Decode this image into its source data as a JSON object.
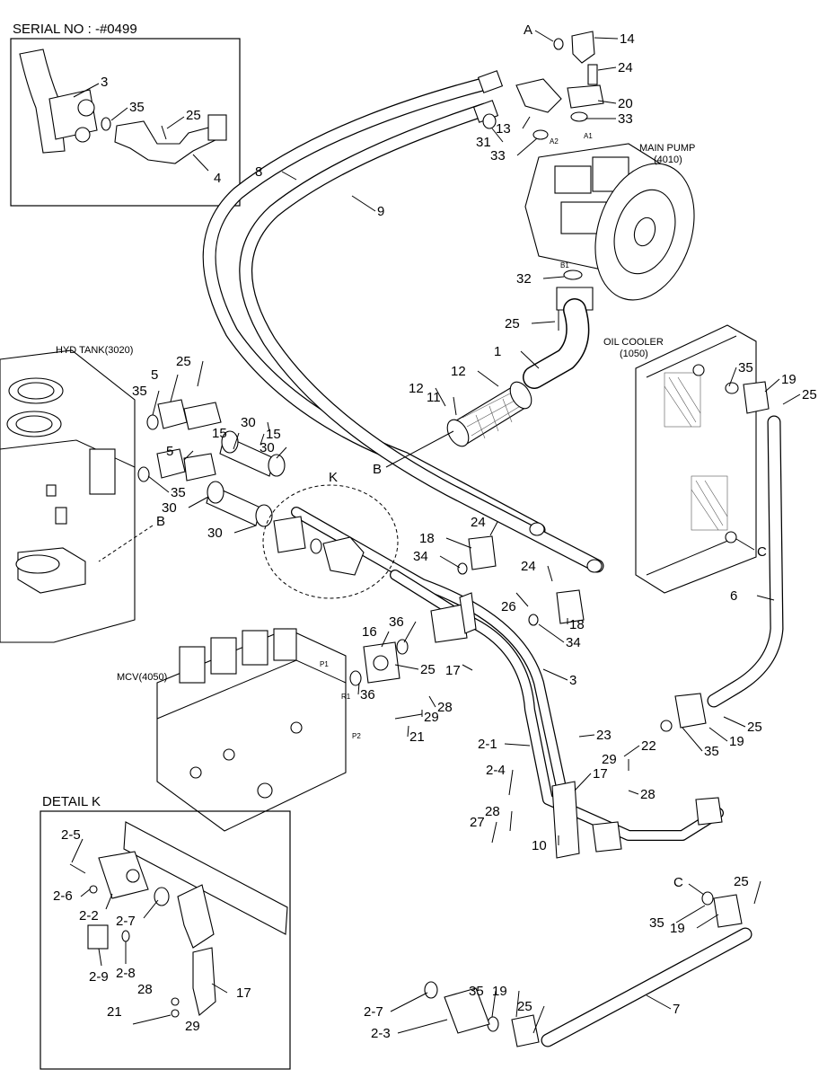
{
  "serial_detail": {
    "title": "SERIAL NO : -#0499",
    "labels": [
      "3",
      "35",
      "25",
      "4"
    ]
  },
  "components": {
    "main_pump": "MAIN PUMP",
    "main_pump_code": "(4010)",
    "oil_cooler": "OIL COOLER",
    "oil_cooler_code": "(1050)",
    "hyd_tank": "HYD TANK(3020)",
    "mcv": "MCV(4050)"
  },
  "ports": {
    "a1": "A1",
    "a2": "A2",
    "b1": "B1",
    "p1": "P1",
    "r1": "R1",
    "p2": "P2"
  },
  "refs": {
    "a": "A",
    "b": "B",
    "c": "C",
    "k": "K"
  },
  "callouts": [
    "14",
    "24",
    "20",
    "33",
    "31",
    "13",
    "33",
    "8",
    "9",
    "32",
    "25",
    "1",
    "12",
    "11",
    "12",
    "35",
    "19",
    "25",
    "25",
    "5",
    "35",
    "30",
    "15",
    "30",
    "5",
    "35",
    "30",
    "15",
    "30",
    "24",
    "18",
    "34",
    "26",
    "24",
    "18",
    "34",
    "16",
    "36",
    "25",
    "36",
    "17",
    "3",
    "28",
    "29",
    "21",
    "6",
    "23",
    "22",
    "29",
    "28",
    "2-1",
    "17",
    "2-4",
    "28",
    "27",
    "10",
    "35",
    "19",
    "25",
    "25",
    "35",
    "19",
    "7",
    "2-7",
    "2-3",
    "35",
    "19",
    "25"
  ],
  "detail_k": {
    "title": "DETAIL K",
    "labels": [
      "2-5",
      "2-6",
      "2-2",
      "2-7",
      "2-9",
      "2-8",
      "28",
      "21",
      "29",
      "17"
    ]
  }
}
